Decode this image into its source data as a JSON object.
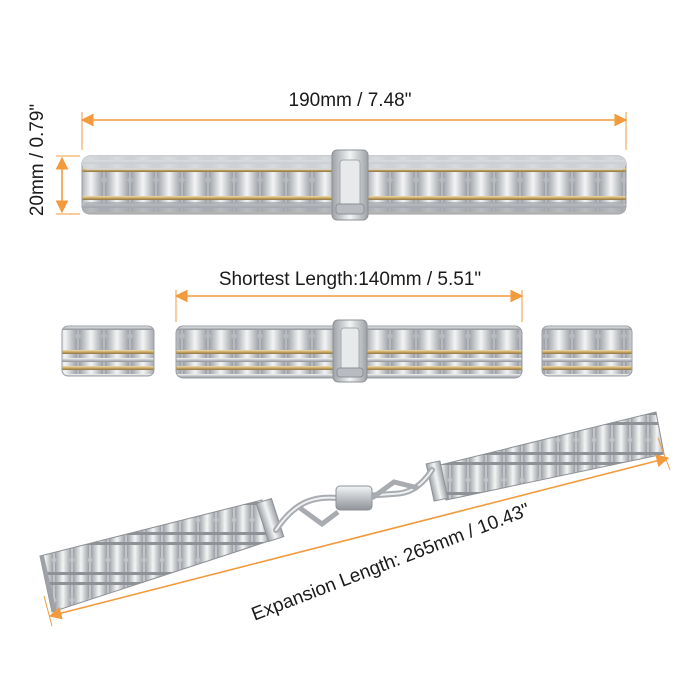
{
  "dimensions": {
    "length_label": "190mm / 7.48\"",
    "width_label": "20mm / 0.79\"",
    "shortest_label": "Shortest Length:140mm / 5.51\"",
    "expansion_label": "Expansion Length: 265mm / 10.43\""
  },
  "colors": {
    "dimension_line": "#f39a3c",
    "silver": "#c9ccd0",
    "gold": "#c9ab6a",
    "text": "#1a1a1a"
  }
}
